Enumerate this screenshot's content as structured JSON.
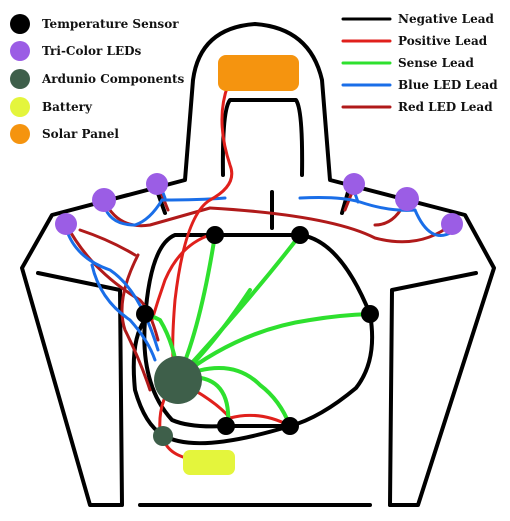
{
  "legend_left": [
    {
      "label": "Temperature Sensor",
      "color": "#000000"
    },
    {
      "label": "Tri-Color LEDs",
      "color": "#9b5de5"
    },
    {
      "label": "Ardunio Components",
      "color": "#3e5f4a"
    },
    {
      "label": "Battery",
      "color": "#e4f53c"
    },
    {
      "label": "Solar Panel",
      "color": "#f5940f"
    }
  ],
  "legend_right": [
    {
      "label": "Negative Lead",
      "color": "#000000"
    },
    {
      "label": "Positive Lead",
      "color": "#e0201c"
    },
    {
      "label": "Sense Lead",
      "color": "#2ee02e"
    },
    {
      "label": "Blue LED Lead",
      "color": "#1a6ee8"
    },
    {
      "label": "Red LED Lead",
      "color": "#b01a1a"
    }
  ]
}
